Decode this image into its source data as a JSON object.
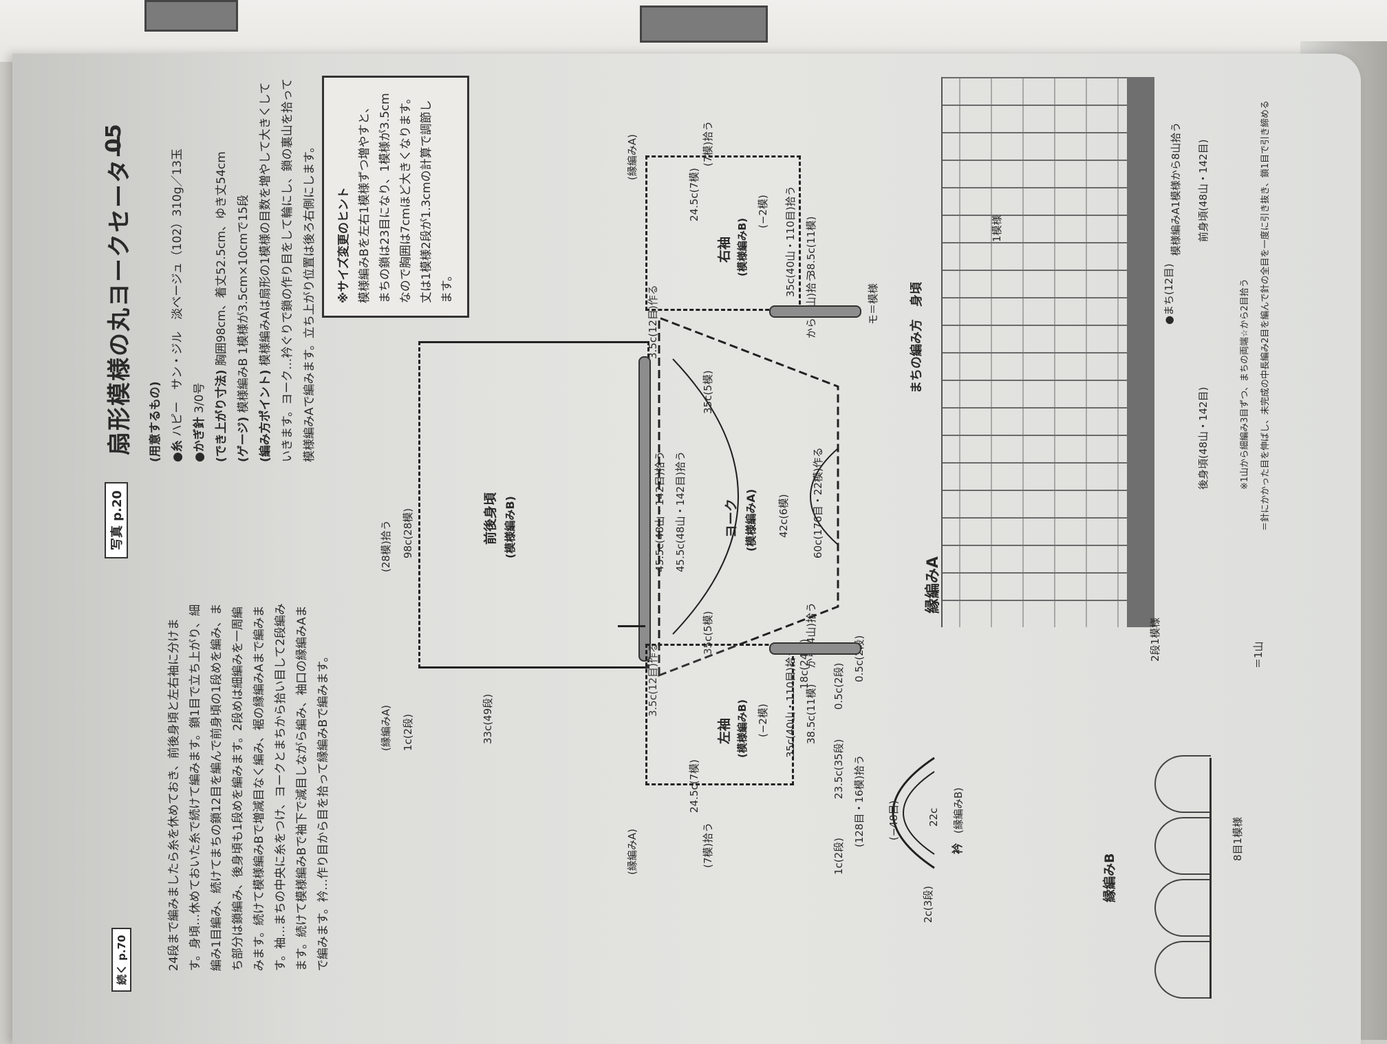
{
  "header": {
    "number": "05",
    "title": "扇形模様の丸ヨークセーター",
    "photo_ref": "写真 p.20"
  },
  "materials": {
    "heading": "(用意するもの)",
    "yarn_label": "●糸",
    "yarn": "ハピー　サン・ジル　淡ベージュ（102）310g／13玉",
    "hook_label": "●かぎ針",
    "hook": "3/0号",
    "size_label": "(でき上がり寸法)",
    "size": "胸囲98cm、着丈52.5cm、ゆき丈54cm",
    "gauge_label": "(ゲージ)",
    "gauge": "模様編みB 1模様が3.5cm×10cmで15段",
    "points_label": "(編み方ポイント)",
    "points": "模様編みAは扇形の1模様の目数を増やして大きくしていきます。ヨーク…衿ぐりで鎖の作り目をして輪にし、鎖の裏山を拾って模様編みAで編みます。立ち上がり位置は後ろ右側にします。"
  },
  "size_hint": {
    "title": "※サイズ変更のヒント",
    "text": "模様編みBを左右1模様ずつ増やすと、まちの鎖は23目になり、1模様が3.5cmなので胸囲は7cmほど大きくなります。丈は1模様2段が1.3cmの計算で調節します。"
  },
  "body_text": "24段まで編みましたら糸を休めておき、前後身頃と左右袖に分けます。身頃…休めておいた糸で続けて編みます。鎖1目で立ち上がり、細編み1目編み、続けてまちの鎖12目を編んで前身頃の1段めを編み、まち部分は鎖編み、後身頃も1段めを編みます。2段めは細編みを一周編みます。続けて模様編みBで増減目なく編み、裾の縁編みAまで編みます。袖…まちの中央に糸をつけ、ヨークとまちから拾い目して2段編みます。続けて模様編みBで袖下で減目しながら編み、袖口の縁編みAまで編みます。衿…作り目から目を拾って縁編みBで編みます。",
  "continue": "続く p.70",
  "diagram": {
    "body_title": "前後身頃",
    "body_sub": "(模様編みB)",
    "body_top": "(28模)拾う",
    "body_98": "98c(28模)",
    "body_edge": "(縁編みA)",
    "body_side1": "1c(2段)",
    "body_33": "33c(49段)",
    "pick_front": "45.5c(48山・142目)拾う",
    "pick_back": "45.5c(48山・142目)拾う",
    "machi_a": "3.5c(12目)作る",
    "machi_b": "3.5c(12目)作る",
    "yoke_title": "ヨーク",
    "yoke_sub": "(模様編みA)",
    "yoke_42": "42c(6模)",
    "yoke_60": "60c(176目・22模)作る",
    "yoke_18": "18c(24段)",
    "yoke_35a": "35c(5模)",
    "yoke_35b": "35c(5模)",
    "rs_title": "右袖",
    "rs_sub": "(模様編みB)",
    "rs_edge": "(縁編みA)",
    "rs_7": "(7模)拾う",
    "rs_24": "24.5c(7模)",
    "rs_minus": "(−2模)",
    "rs_35": "35c(40山・110目)拾う",
    "rs_385": "38.5c(11模)",
    "rs_from": "から(4山)拾う",
    "ls_title": "左袖",
    "ls_sub": "(模様編みB)",
    "ls_edge": "(縁編みA)",
    "ls_7": "(7模)拾う",
    "ls_24": "24.5c(7模)",
    "ls_minus": "(−2模)",
    "ls_35": "35c(40山・110目)拾う",
    "ls_385": "38.5c(11模)",
    "ls_from": "から(4山)拾う",
    "ls_235": "23.5c(35段)",
    "ls_1c": "1c(2段)",
    "ls_05a": "0.5c(2段)",
    "ls_05b": "0.5c(2段)",
    "collar_title": "衿",
    "collar_sub": "(縁編みB)",
    "collar_22": "22c",
    "collar_48": "(−48目)",
    "collar_pick": "(128目・16模)拾う",
    "collar_2c": "2c(3段)",
    "mo_label": "モ＝模様"
  },
  "chart": {
    "title": "まちの編み方　身頃",
    "edge_a": "縁編みA",
    "one_pattern": "1模様",
    "machi_12": "●まち(12目)",
    "front": "前身頃(48山・142目)",
    "back": "後身頃(48山・142目)",
    "pick_a1": "模様編みA1模様から8山拾う",
    "note1": "※1山から細編み3目ずつ、まちの両端☆から2目拾う",
    "note2": "＝針にかかった目を伸ばし、未完成の中長編み2目を編んで針の全目を一度に引き抜き、鎖1目で引き締める",
    "yama": "＝1山",
    "rows": "2段1模様",
    "edge_b": "縁編みB",
    "edge_b_rep": "8目1模様"
  }
}
